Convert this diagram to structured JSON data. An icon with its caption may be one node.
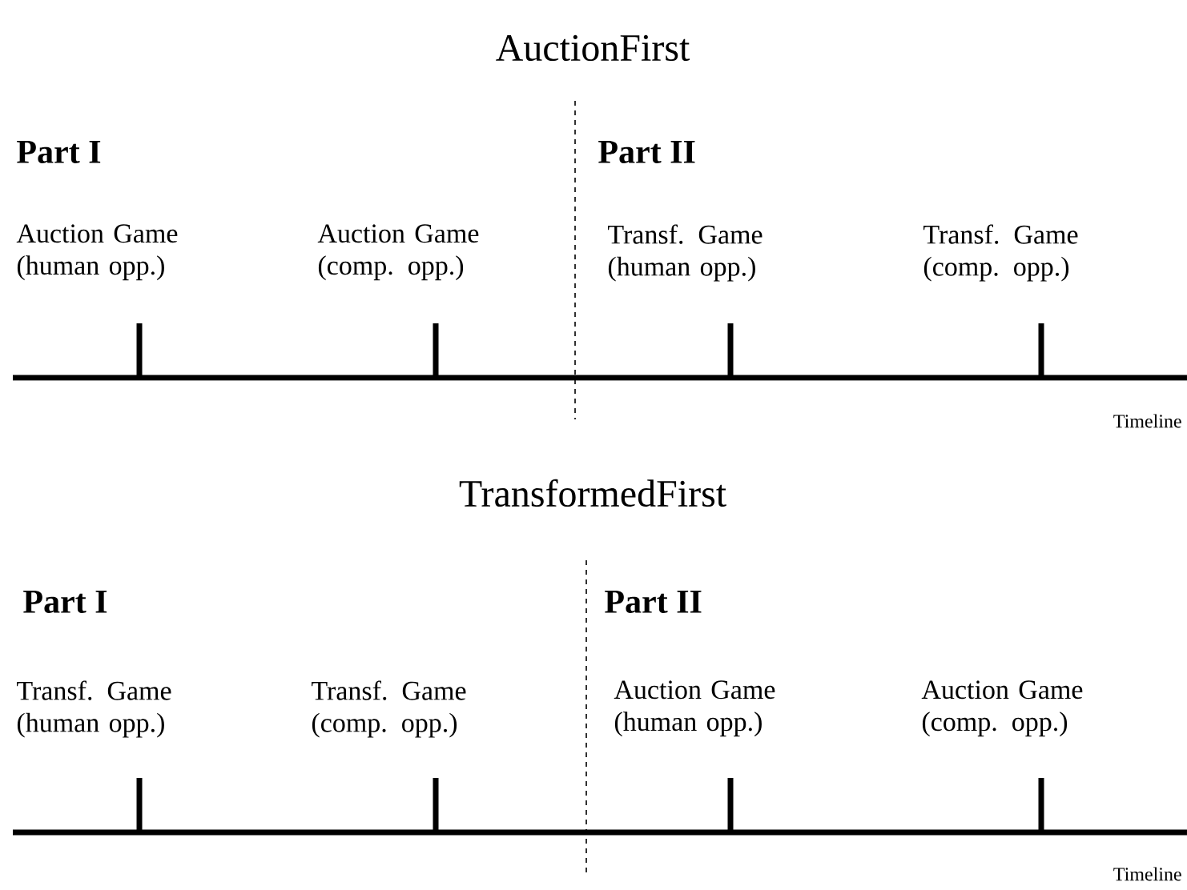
{
  "diagram": {
    "labels": [
      "AuctionFirst",
      "Part I",
      "Part II",
      "Auction Game (human opp.)",
      "Auction Game (comp. opp.)",
      "Transf. Game (human opp.)",
      "Transf. Game (comp. opp.)",
      "Timeline",
      "TransformedFirst",
      "Part I",
      "Part II",
      "Transf. Game (human opp.)",
      "Transf. Game (comp. opp.)",
      "Auction Game (human opp.)",
      "Auction Game (comp. opp.)",
      "Timeline"
    ]
  }
}
